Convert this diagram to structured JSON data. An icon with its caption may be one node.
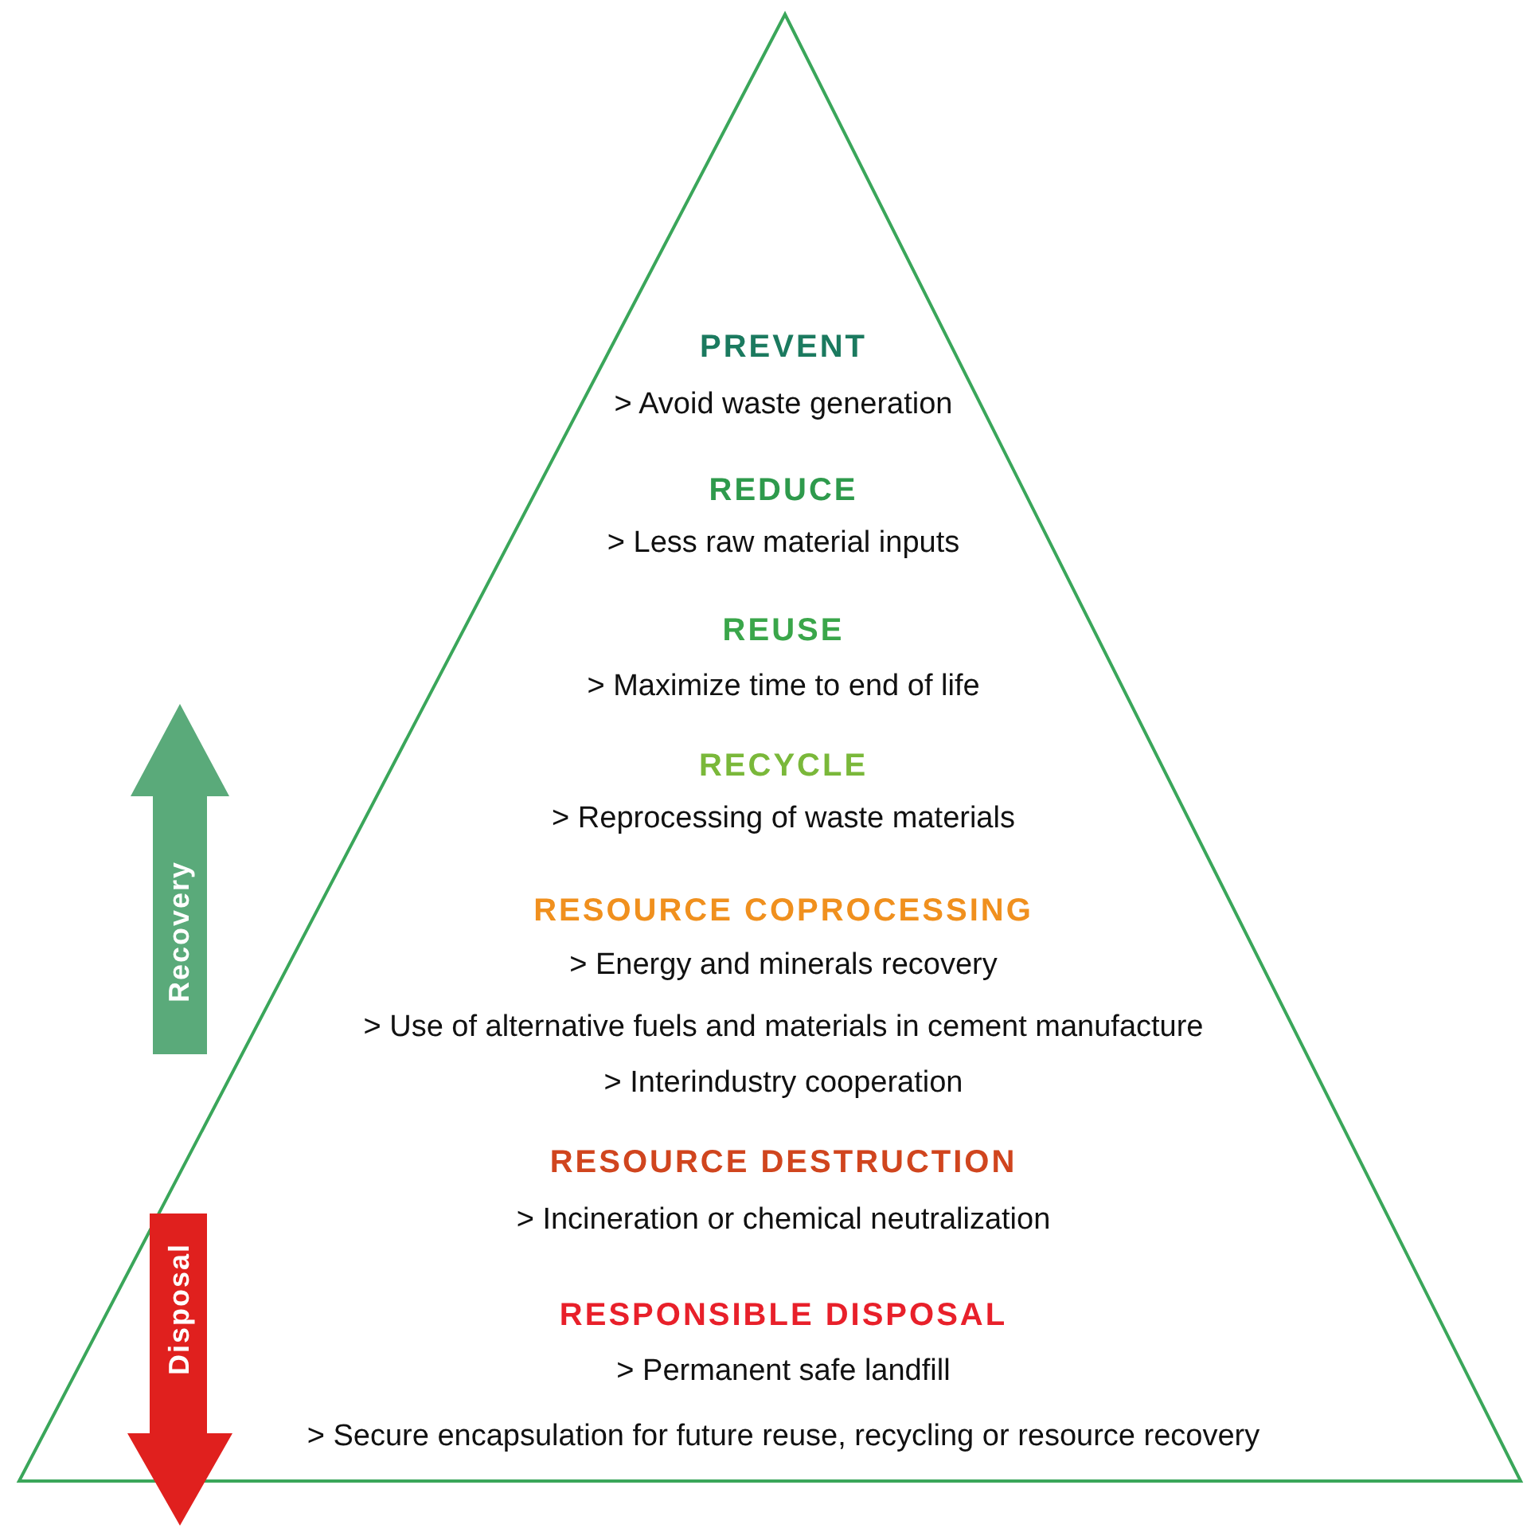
{
  "diagram": {
    "nodes": [
      {
        "text": [
          "PREVENT",
          "> Avoid waste generation",
          "REDUCE",
          "> Less raw material inputs",
          "REUSE",
          "> Maximize time to end of life",
          "RECYCLE",
          "> Reprocessing of waste materials",
          "RESOURCE COPROCESSING",
          "> Energy and minerals recovery",
          "> Use of alternative fuels and materials in cement manufacture",
          "> Interindustry cooperation",
          "RESOURCE DESTRUCTION",
          "> Incineration or chemical neutralization",
          "RESPONSIBLE DISPOSAL",
          "> Permanent safe landfill",
          "> Secure encapsulation for future reuse, recycling or resource recovery"
        ]
      },
      {
        "text": [
          "Recovery"
        ]
      },
      {
        "text": [
          "Disposal"
        ]
      }
    ],
    "edges": []
  }
}
